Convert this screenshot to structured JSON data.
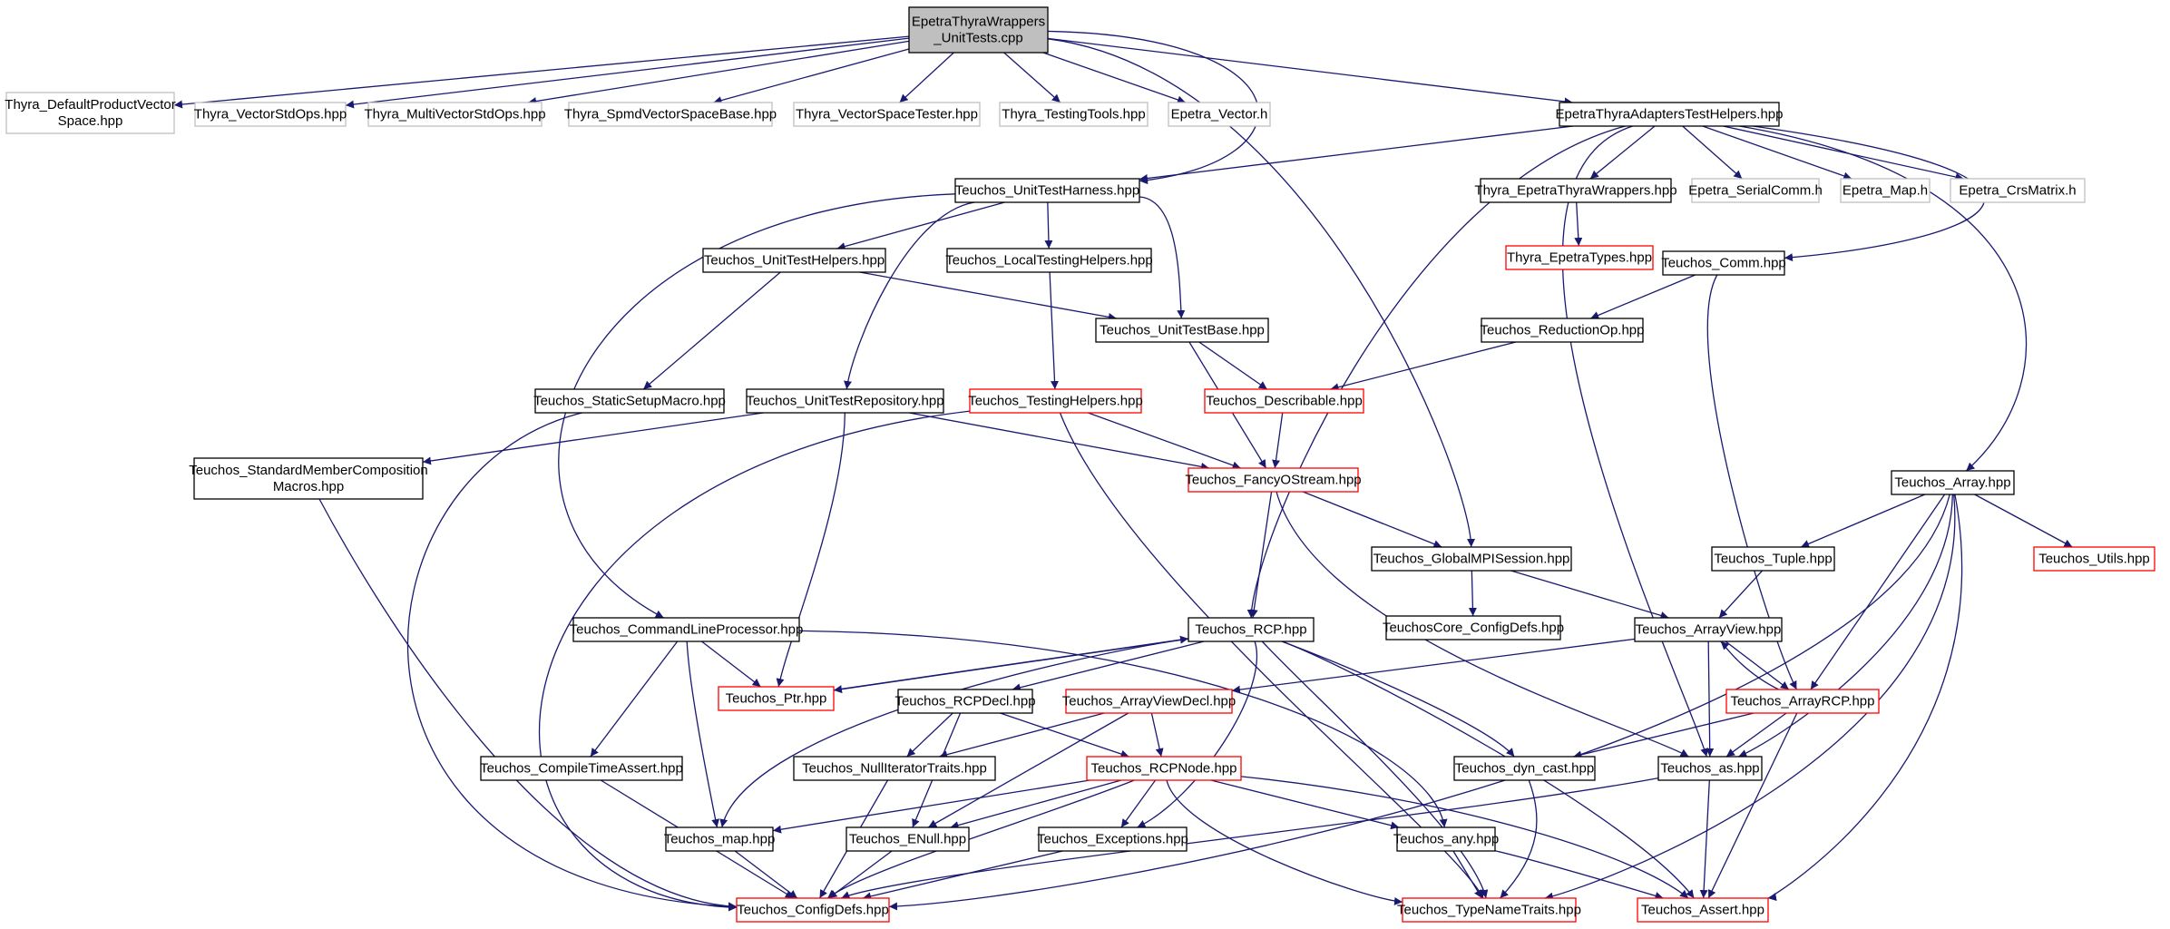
{
  "colors": {
    "edge": "#191970",
    "root_fill": "#bfbfbf",
    "border_documented": "#000000",
    "border_external": "#bfbfbf",
    "border_truncated": "#ff0000",
    "background": "#ffffff"
  },
  "nodes": [
    {
      "id": "root",
      "lines": [
        "EpetraThyraWrappers",
        "_UnitTests.cpp"
      ],
      "kind": "root"
    },
    {
      "id": "thyra_defprod",
      "lines": [
        "Thyra_DefaultProductVector",
        "Space.hpp"
      ],
      "kind": "external"
    },
    {
      "id": "thyra_vecstd",
      "lines": [
        "Thyra_VectorStdOps.hpp"
      ],
      "kind": "external"
    },
    {
      "id": "thyra_mvstd",
      "lines": [
        "Thyra_MultiVectorStdOps.hpp"
      ],
      "kind": "external"
    },
    {
      "id": "thyra_spmd",
      "lines": [
        "Thyra_SpmdVectorSpaceBase.hpp"
      ],
      "kind": "external"
    },
    {
      "id": "thyra_vstester",
      "lines": [
        "Thyra_VectorSpaceTester.hpp"
      ],
      "kind": "external"
    },
    {
      "id": "thyra_testtools",
      "lines": [
        "Thyra_TestingTools.hpp"
      ],
      "kind": "external"
    },
    {
      "id": "epetra_vector",
      "lines": [
        "Epetra_Vector.h"
      ],
      "kind": "external"
    },
    {
      "id": "ettah",
      "lines": [
        "EpetraThyraAdaptersTestHelpers.hpp"
      ],
      "kind": "documented"
    },
    {
      "id": "uth",
      "lines": [
        "Teuchos_UnitTestHarness.hpp"
      ],
      "kind": "documented"
    },
    {
      "id": "thyra_etw",
      "lines": [
        "Thyra_EpetraThyraWrappers.hpp"
      ],
      "kind": "documented"
    },
    {
      "id": "epetra_serial",
      "lines": [
        "Epetra_SerialComm.h"
      ],
      "kind": "external"
    },
    {
      "id": "epetra_map",
      "lines": [
        "Epetra_Map.h"
      ],
      "kind": "external"
    },
    {
      "id": "epetra_crs",
      "lines": [
        "Epetra_CrsMatrix.h"
      ],
      "kind": "external"
    },
    {
      "id": "thyra_etypes",
      "lines": [
        "Thyra_EpetraTypes.hpp"
      ],
      "kind": "truncated"
    },
    {
      "id": "uthelpers",
      "lines": [
        "Teuchos_UnitTestHelpers.hpp"
      ],
      "kind": "documented"
    },
    {
      "id": "localth",
      "lines": [
        "Teuchos_LocalTestingHelpers.hpp"
      ],
      "kind": "documented"
    },
    {
      "id": "comm",
      "lines": [
        "Teuchos_Comm.hpp"
      ],
      "kind": "documented"
    },
    {
      "id": "utbase",
      "lines": [
        "Teuchos_UnitTestBase.hpp"
      ],
      "kind": "documented"
    },
    {
      "id": "redop",
      "lines": [
        "Teuchos_ReductionOp.hpp"
      ],
      "kind": "documented"
    },
    {
      "id": "ssm",
      "lines": [
        "Teuchos_StaticSetupMacro.hpp"
      ],
      "kind": "documented"
    },
    {
      "id": "utrepo",
      "lines": [
        "Teuchos_UnitTestRepository.hpp"
      ],
      "kind": "documented"
    },
    {
      "id": "testhelpers",
      "lines": [
        "Teuchos_TestingHelpers.hpp"
      ],
      "kind": "truncated"
    },
    {
      "id": "describable",
      "lines": [
        "Teuchos_Describable.hpp"
      ],
      "kind": "truncated"
    },
    {
      "id": "smcm",
      "lines": [
        "Teuchos_StandardMemberComposition",
        "Macros.hpp"
      ],
      "kind": "documented"
    },
    {
      "id": "fos",
      "lines": [
        "Teuchos_FancyOStream.hpp"
      ],
      "kind": "truncated"
    },
    {
      "id": "array",
      "lines": [
        "Teuchos_Array.hpp"
      ],
      "kind": "documented"
    },
    {
      "id": "gmpi",
      "lines": [
        "Teuchos_GlobalMPISession.hpp"
      ],
      "kind": "documented"
    },
    {
      "id": "tuple",
      "lines": [
        "Teuchos_Tuple.hpp"
      ],
      "kind": "documented"
    },
    {
      "id": "utils",
      "lines": [
        "Teuchos_Utils.hpp"
      ],
      "kind": "truncated"
    },
    {
      "id": "coreconfig",
      "lines": [
        "TeuchosCore_ConfigDefs.hpp"
      ],
      "kind": "documented"
    },
    {
      "id": "clp",
      "lines": [
        "Teuchos_CommandLineProcessor.hpp"
      ],
      "kind": "documented"
    },
    {
      "id": "rcp",
      "lines": [
        "Teuchos_RCP.hpp"
      ],
      "kind": "documented"
    },
    {
      "id": "arrayview",
      "lines": [
        "Teuchos_ArrayView.hpp"
      ],
      "kind": "documented"
    },
    {
      "id": "ptr",
      "lines": [
        "Teuchos_Ptr.hpp"
      ],
      "kind": "truncated"
    },
    {
      "id": "rcpdecl",
      "lines": [
        "Teuchos_RCPDecl.hpp"
      ],
      "kind": "documented"
    },
    {
      "id": "avdecl",
      "lines": [
        "Teuchos_ArrayViewDecl.hpp"
      ],
      "kind": "truncated"
    },
    {
      "id": "arcp",
      "lines": [
        "Teuchos_ArrayRCP.hpp"
      ],
      "kind": "truncated"
    },
    {
      "id": "cta",
      "lines": [
        "Teuchos_CompileTimeAssert.hpp"
      ],
      "kind": "documented"
    },
    {
      "id": "nit",
      "lines": [
        "Teuchos_NullIteratorTraits.hpp"
      ],
      "kind": "documented"
    },
    {
      "id": "rcpnode",
      "lines": [
        "Teuchos_RCPNode.hpp"
      ],
      "kind": "truncated"
    },
    {
      "id": "dyncast",
      "lines": [
        "Teuchos_dyn_cast.hpp"
      ],
      "kind": "documented"
    },
    {
      "id": "as",
      "lines": [
        "Teuchos_as.hpp"
      ],
      "kind": "documented"
    },
    {
      "id": "map",
      "lines": [
        "Teuchos_map.hpp"
      ],
      "kind": "documented"
    },
    {
      "id": "enull",
      "lines": [
        "Teuchos_ENull.hpp"
      ],
      "kind": "documented"
    },
    {
      "id": "exceptions",
      "lines": [
        "Teuchos_Exceptions.hpp"
      ],
      "kind": "documented"
    },
    {
      "id": "any",
      "lines": [
        "Teuchos_any.hpp"
      ],
      "kind": "documented"
    },
    {
      "id": "configdefs",
      "lines": [
        "Teuchos_ConfigDefs.hpp"
      ],
      "kind": "truncated"
    },
    {
      "id": "typenametraits",
      "lines": [
        "Teuchos_TypeNameTraits.hpp"
      ],
      "kind": "truncated"
    },
    {
      "id": "assert",
      "lines": [
        "Teuchos_Assert.hpp"
      ],
      "kind": "truncated"
    }
  ],
  "edges": [
    [
      "root",
      "thyra_defprod"
    ],
    [
      "root",
      "thyra_vecstd"
    ],
    [
      "root",
      "thyra_mvstd"
    ],
    [
      "root",
      "thyra_spmd"
    ],
    [
      "root",
      "thyra_vstester"
    ],
    [
      "root",
      "thyra_testtools"
    ],
    [
      "root",
      "epetra_vector"
    ],
    [
      "root",
      "ettah"
    ],
    [
      "root",
      "uth"
    ],
    [
      "root",
      "gmpi"
    ],
    [
      "ettah",
      "uth"
    ],
    [
      "ettah",
      "thyra_etw"
    ],
    [
      "ettah",
      "epetra_serial"
    ],
    [
      "ettah",
      "epetra_map"
    ],
    [
      "ettah",
      "epetra_crs"
    ],
    [
      "ettah",
      "comm"
    ],
    [
      "ettah",
      "rcp"
    ],
    [
      "ettah",
      "as"
    ],
    [
      "ettah",
      "array"
    ],
    [
      "thyra_etw",
      "thyra_etypes"
    ],
    [
      "uth",
      "uthelpers"
    ],
    [
      "uth",
      "localth"
    ],
    [
      "uth",
      "utbase"
    ],
    [
      "uth",
      "utrepo"
    ],
    [
      "uth",
      "clp"
    ],
    [
      "uthelpers",
      "ssm"
    ],
    [
      "uthelpers",
      "utbase"
    ],
    [
      "localth",
      "testhelpers"
    ],
    [
      "utbase",
      "describable"
    ],
    [
      "utbase",
      "fos"
    ],
    [
      "comm",
      "redop"
    ],
    [
      "comm",
      "arcp"
    ],
    [
      "redop",
      "describable"
    ],
    [
      "describable",
      "fos"
    ],
    [
      "ssm",
      "configdefs"
    ],
    [
      "utrepo",
      "smcm"
    ],
    [
      "utrepo",
      "fos"
    ],
    [
      "utrepo",
      "ptr"
    ],
    [
      "testhelpers",
      "fos"
    ],
    [
      "testhelpers",
      "configdefs"
    ],
    [
      "testhelpers",
      "typenametraits"
    ],
    [
      "smcm",
      "configdefs"
    ],
    [
      "fos",
      "rcp"
    ],
    [
      "fos",
      "gmpi"
    ],
    [
      "fos",
      "as"
    ],
    [
      "gmpi",
      "coreconfig"
    ],
    [
      "gmpi",
      "arrayview"
    ],
    [
      "array",
      "tuple"
    ],
    [
      "array",
      "utils"
    ],
    [
      "array",
      "arcp"
    ],
    [
      "array",
      "as"
    ],
    [
      "array",
      "configdefs"
    ],
    [
      "array",
      "typenametraits"
    ],
    [
      "array",
      "assert"
    ],
    [
      "tuple",
      "arrayview"
    ],
    [
      "clp",
      "ptr"
    ],
    [
      "clp",
      "map"
    ],
    [
      "clp",
      "cta"
    ],
    [
      "clp",
      "any"
    ],
    [
      "rcp",
      "ptr"
    ],
    [
      "rcp",
      "rcpdecl"
    ],
    [
      "rcp",
      "map"
    ],
    [
      "rcp",
      "dyncast"
    ],
    [
      "rcp",
      "exceptions"
    ],
    [
      "rcp",
      "typenametraits"
    ],
    [
      "rcp",
      "assert"
    ],
    [
      "ptr",
      "rcp"
    ],
    [
      "arrayview",
      "avdecl"
    ],
    [
      "arrayview",
      "arcp"
    ],
    [
      "arrayview",
      "as"
    ],
    [
      "arcp",
      "arrayview"
    ],
    [
      "arcp",
      "dyncast"
    ],
    [
      "arcp",
      "as"
    ],
    [
      "arcp",
      "assert"
    ],
    [
      "rcpdecl",
      "nit"
    ],
    [
      "rcpdecl",
      "rcpnode"
    ],
    [
      "rcpdecl",
      "enull"
    ],
    [
      "avdecl",
      "rcpnode"
    ],
    [
      "avdecl",
      "enull"
    ],
    [
      "avdecl",
      "nit"
    ],
    [
      "cta",
      "configdefs"
    ],
    [
      "nit",
      "configdefs"
    ],
    [
      "rcpnode",
      "map"
    ],
    [
      "rcpnode",
      "enull"
    ],
    [
      "rcpnode",
      "exceptions"
    ],
    [
      "rcpnode",
      "any"
    ],
    [
      "rcpnode",
      "configdefs"
    ],
    [
      "rcpnode",
      "typenametraits"
    ],
    [
      "rcpnode",
      "assert"
    ],
    [
      "dyncast",
      "typenametraits"
    ],
    [
      "as",
      "configdefs"
    ],
    [
      "as",
      "assert"
    ],
    [
      "map",
      "configdefs"
    ],
    [
      "enull",
      "configdefs"
    ],
    [
      "exceptions",
      "configdefs"
    ],
    [
      "any",
      "typenametraits"
    ],
    [
      "any",
      "assert"
    ]
  ]
}
